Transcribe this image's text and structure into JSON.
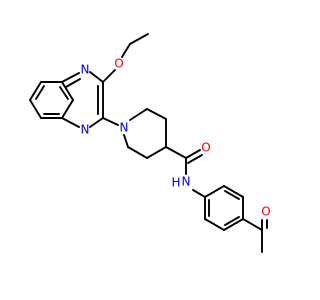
{
  "colors": {
    "bond": "#000000",
    "nitrogen": "#0000ff",
    "oxygen": "#ff0000",
    "background": "#ffffff"
  },
  "atoms": [
    {
      "name": "atom-n-quinoxaline-top",
      "text": "N",
      "element": "nitrogen"
    },
    {
      "name": "atom-n-quinoxaline-bottom",
      "text": "N",
      "element": "nitrogen"
    },
    {
      "name": "atom-o-ethoxy",
      "text": "O",
      "element": "oxygen"
    },
    {
      "name": "atom-n-piperidine",
      "text": "N",
      "element": "nitrogen"
    },
    {
      "name": "atom-o-amide",
      "text": "O",
      "element": "oxygen"
    },
    {
      "name": "atom-nh-amide",
      "text": "N",
      "element": "nitrogen"
    },
    {
      "name": "atom-h-amide",
      "text": "H",
      "element": "nitrogen"
    },
    {
      "name": "atom-o-acetyl",
      "text": "O",
      "element": "oxygen"
    }
  ]
}
